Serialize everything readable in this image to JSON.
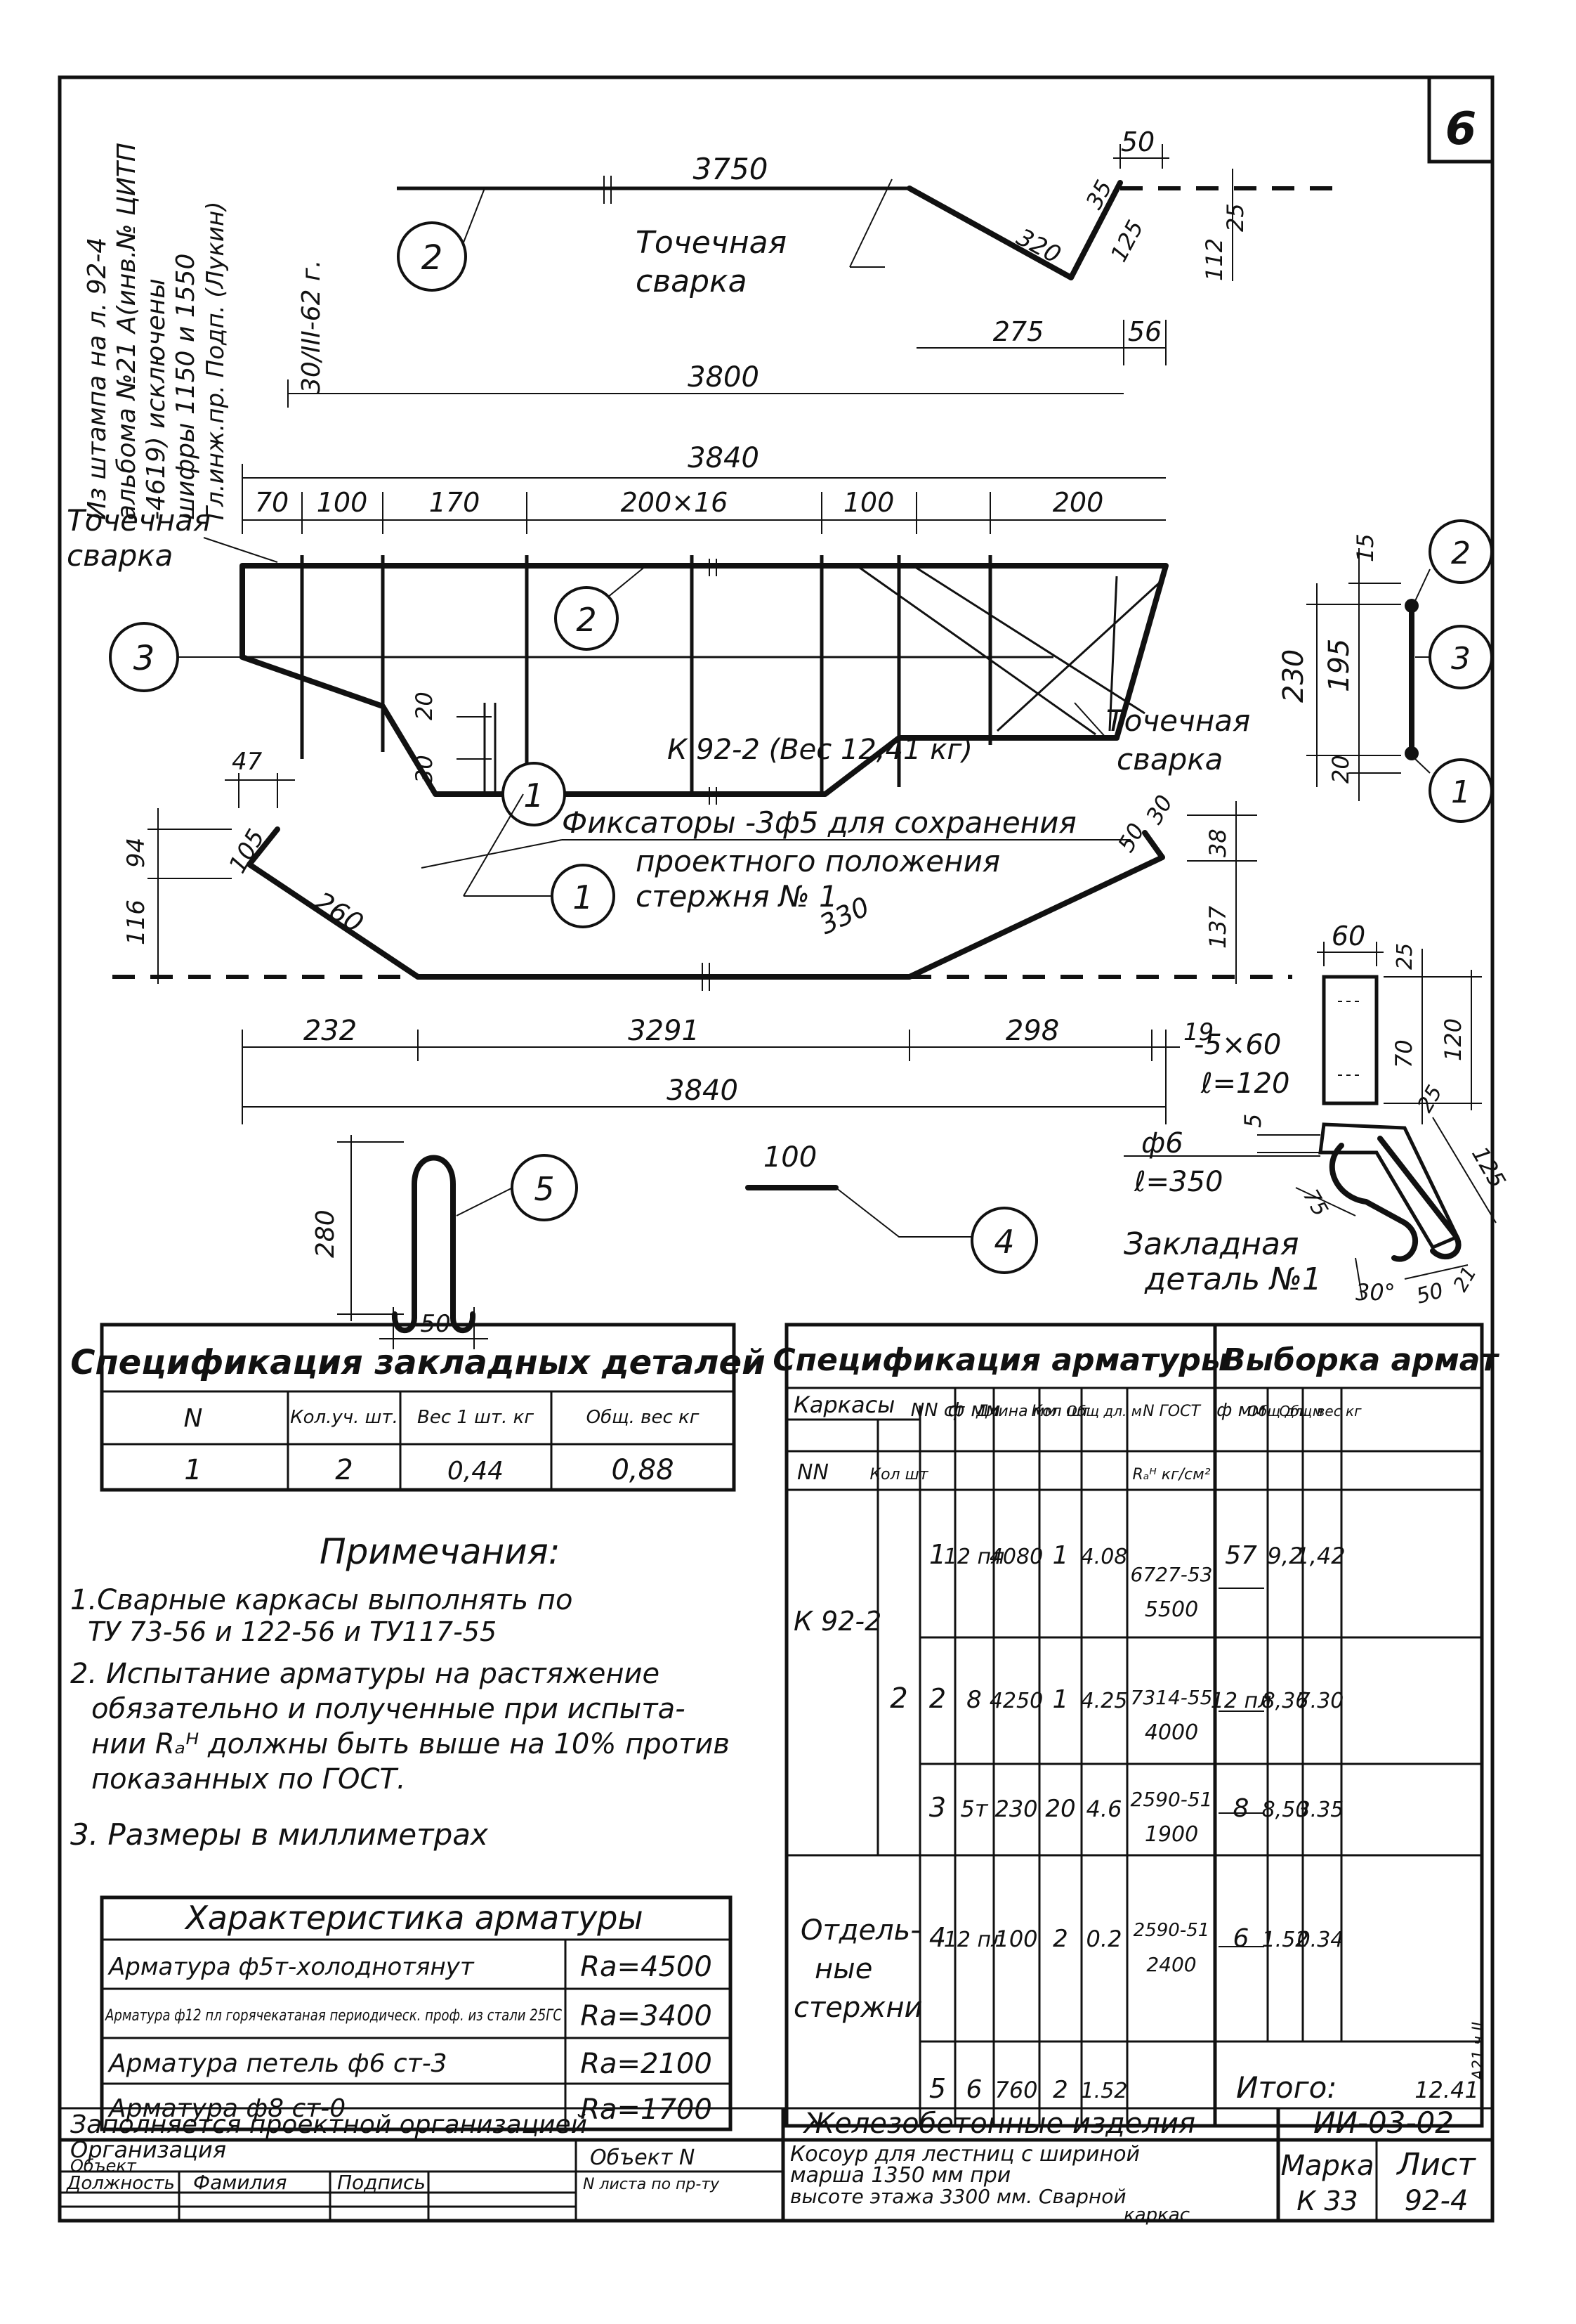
{
  "sheet_number": "6",
  "side_stamp": {
    "line1": "Из штампа на л. 92-4",
    "line2": "альбома №21 А(инв.№ ЦИТП",
    "line3": "-4619) исключены",
    "line4": "шифры 1150 и 1550",
    "line5": "Гл.инж.пр. Подп. (Лукин)",
    "line6": "30/III-62 г."
  },
  "top_bar": {
    "position": "2",
    "dims": [
      "3750",
      "50",
      "320",
      "35",
      "125",
      "25",
      "112"
    ],
    "note": "Точечная сварка"
  },
  "frame": {
    "dims_top": [
      "275",
      "56",
      "3800",
      "3840"
    ],
    "spacing": [
      "70",
      "100",
      "170",
      "200×16",
      "100",
      "200"
    ],
    "labels": [
      "Точечная сварка",
      "Точечная сварка"
    ],
    "positions": [
      "1",
      "2",
      "3"
    ],
    "dims_small": [
      "20",
      "30"
    ],
    "caption": "К 92-2 (Вес 12,41 кг)"
  },
  "section": {
    "positions": [
      "2",
      "3",
      "1"
    ],
    "dims": [
      "15",
      "230",
      "195",
      "20"
    ]
  },
  "bar1": {
    "position": "1",
    "note_line1": "Фиксаторы -3ф5 для сохранения",
    "note_line2": "проектного положения",
    "note_line3": "стержня № 1",
    "dims": [
      "47",
      "105",
      "94",
      "116",
      "260",
      "330",
      "50",
      "30",
      "38",
      "137"
    ],
    "bottom_dims": [
      "232",
      "3291",
      "298",
      "19",
      "3840"
    ]
  },
  "plate": {
    "dims": [
      "60",
      "25",
      "70",
      "120"
    ],
    "label1": "-5×60",
    "label2": "ℓ=120"
  },
  "detail": {
    "dims": [
      "5",
      "25",
      "125",
      "75",
      "30°",
      "50",
      "21"
    ],
    "label1": "ф6",
    "label2": "ℓ=350",
    "caption_line1": "Закладная",
    "caption_line2": "деталь №1"
  },
  "loop": {
    "position": "5",
    "dims": [
      "280",
      "50"
    ]
  },
  "bar4": {
    "position": "4",
    "length": "100"
  },
  "embedded_spec": {
    "title": "Спецификация закладных деталей",
    "headers": [
      "N",
      "Кол.уч. шт.",
      "Вес 1 шт. кг",
      "Общ. вес кг"
    ],
    "rows": [
      [
        "1",
        "2",
        "0,44",
        "0,88"
      ]
    ]
  },
  "notes": {
    "title": "Примечания:",
    "items": [
      "1.Сварные каркасы выполнять по",
      "ТУ 73-56 и 122-56 и ТУ117-55",
      "2. Испытание арматуры на растяжение",
      "обязательно и полученные при испыта-",
      "нии Rₐᴴ должны быть выше на 10% против",
      "показанных по ГОСТ.",
      "3. Размеры в миллиметрах"
    ]
  },
  "rebar_characteristics": {
    "title": "Характеристика арматуры",
    "rows": [
      {
        "name": "Арматура ф5т-холоднотянут",
        "value": "Ra=4500"
      },
      {
        "name": "Арматура ф12 пл горячекатаная периодическ. проф. из стали 25ГС",
        "value": "Ra=3400"
      },
      {
        "name": "Арматура петель ф6 ст-3",
        "value": "Ra=2100"
      },
      {
        "name": "Арматура ф8 ст-0",
        "value": "Ra=1700"
      }
    ]
  },
  "rebar_spec": {
    "title": "Спецификация арматуры",
    "title2": "Выборка армат",
    "headers": [
      "Каркасы",
      "NN ст",
      "ф мм",
      "Длина мм",
      "Кол шт",
      "Общ дл. м",
      "N ГОСТ",
      "ф мм",
      "Общ дл. м",
      "Общ вес кг"
    ],
    "subheaders": [
      "NN",
      "Кол шт",
      "Rₐᴴ кг/см²"
    ],
    "frame_name": "К 92-2",
    "frame_qty": "2",
    "rows": [
      {
        "n": "1",
        "d": "12 пл",
        "len": "4080",
        "qty": "1",
        "tot": "4.08",
        "gost": "6727-53",
        "r": "5500",
        "d2": "57",
        "len2": "9,2",
        "w": "1,42"
      },
      {
        "n": "2",
        "d": "8",
        "len": "4250",
        "qty": "1",
        "tot": "4.25",
        "gost": "7314-55",
        "r": "4000",
        "d2": "12 пл",
        "len2": "8,36",
        "w": "7.30"
      },
      {
        "n": "3",
        "d": "5т",
        "len": "230",
        "qty": "20",
        "tot": "4.6",
        "gost": "2590-51",
        "r": "1900",
        "d2": "8",
        "len2": "8,50",
        "w": "3.35"
      },
      {
        "n": "4",
        "d": "12 пл",
        "len": "100",
        "qty": "2",
        "tot": "0.2",
        "gost": "2590-51",
        "r": "2400",
        "d2": "6",
        "len2": "1.52",
        "w": "0.34"
      },
      {
        "n": "5",
        "d": "6",
        "len": "760",
        "qty": "2",
        "tot": "1.52"
      }
    ],
    "separate": "Отдель- ные стержни",
    "total_label": "Итого:",
    "total_value": "12.41"
  },
  "title_block": {
    "filled_by": "Заполняется проектной организацией",
    "org": "Организация",
    "object": "Объект",
    "object_n": "Объект N",
    "position": "Должность",
    "surname": "Фамилия",
    "signature": "Подпись",
    "sheet_n": "N листа по пр-ту",
    "group": "Железобетонные изделия",
    "series": "ИИ-03-02",
    "desc1": "Косоур для лестниц с шириной",
    "desc2": "марша 1350 мм при",
    "desc3": "высоте этажа 3300 мм. Сварной",
    "desc4": "каркас",
    "mark_label": "Марка",
    "mark_value": "К 33",
    "sheet_label": "Лист",
    "sheet_value": "92-4",
    "side_mark": "А21 ч.II"
  }
}
